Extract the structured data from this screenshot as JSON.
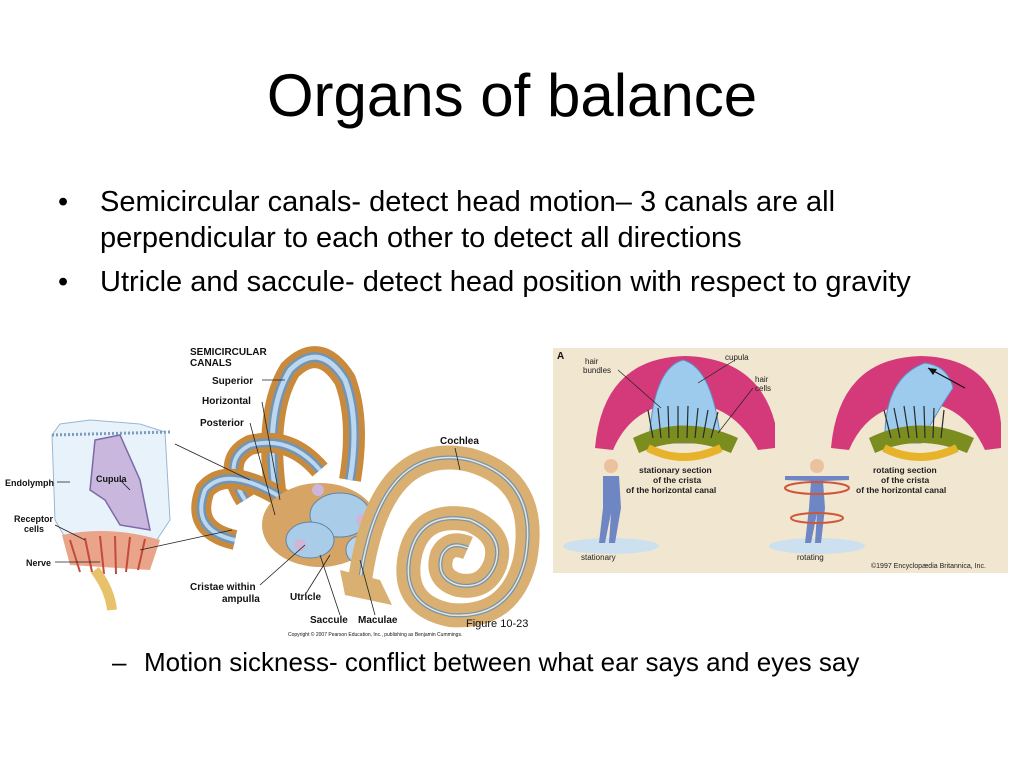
{
  "slide": {
    "title": "Organs of balance",
    "bullets": [
      {
        "symbol": "•",
        "text": "Semicircular canals- detect head motion– 3 canals are all perpendicular to each other to detect all directions"
      },
      {
        "symbol": "•",
        "text": "Utricle and saccule- detect head position with respect to gravity"
      }
    ],
    "sub_bullet": {
      "symbol": "–",
      "text": "Motion sickness- conflict between what ear says and eyes say"
    }
  },
  "ear_figure": {
    "labels": {
      "semicircular_1": "SEMICIRCULAR",
      "semicircular_2": "CANALS",
      "superior": "Superior",
      "horizontal": "Horizontal",
      "posterior": "Posterior",
      "cochlea": "Cochlea",
      "endolymph": "Endolymph",
      "cupula": "Cupula",
      "receptor_1": "Receptor",
      "receptor_2": "cells",
      "nerve": "Nerve",
      "cristae_1": "Cristae  within",
      "cristae_2": "ampulla",
      "utricle": "Utricle",
      "saccule": "Saccule",
      "maculae": "Maculae",
      "figure_number": "Figure 10-23",
      "copyright": "Copyright © 2007 Pearson Education, Inc., publishing as Benjamin Cummings."
    }
  },
  "crista_figure": {
    "panel_letter": "A",
    "labels": {
      "hair_1": "hair",
      "hair_2": "bundles",
      "cupula": "cupula",
      "hair_cells_1": "hair",
      "hair_cells_2": "cells",
      "stationary_1": "stationary section",
      "stationary_2": "of the crista",
      "stationary_3": "of the horizontal canal",
      "rotating_1": "rotating section",
      "rotating_2": "of the crista",
      "rotating_3": "of the horizontal canal",
      "stationary": "stationary",
      "rotating": "rotating",
      "copyright": "©1997 Encyclopædia Britannica, Inc."
    }
  }
}
